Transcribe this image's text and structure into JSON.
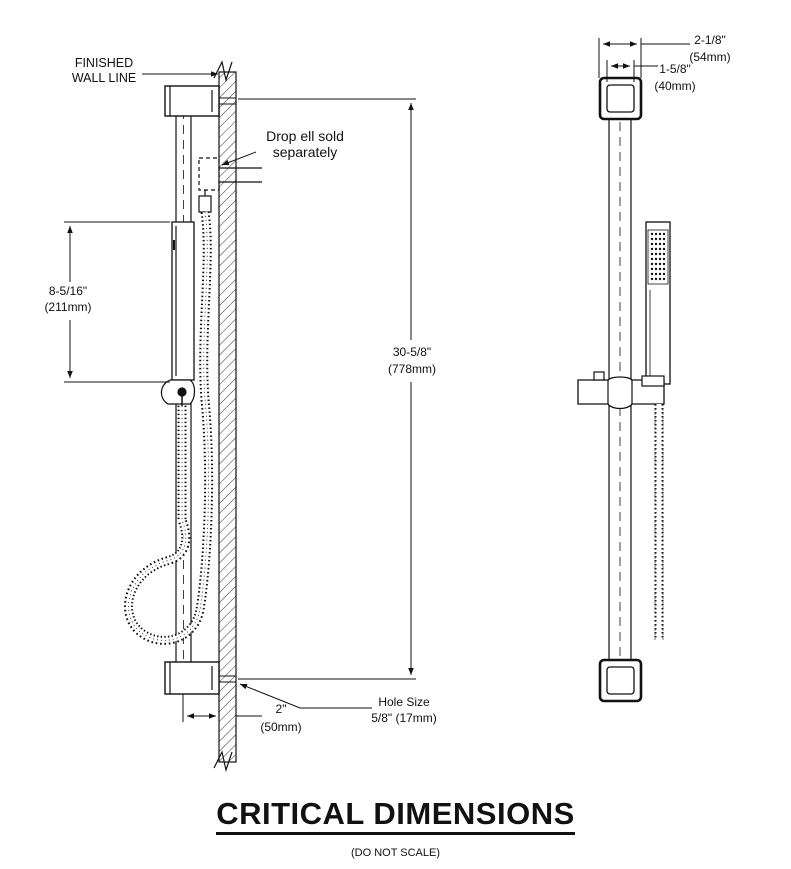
{
  "title": "CRITICAL DIMENSIONS",
  "subtitle": "(DO NOT SCALE)",
  "side_view": {
    "finished_wall_line": [
      "FINISHED",
      "WALL LINE"
    ],
    "drop_ell_note": [
      "Drop ell sold",
      "separately"
    ],
    "handshower_length": [
      "8-5/16\"",
      "(211mm)"
    ],
    "bar_length": [
      "30-5/8\"",
      "(778mm)"
    ],
    "projection": [
      "2\"",
      "(50mm)"
    ],
    "hole_size": [
      "Hole Size",
      "5/8\" (17mm)"
    ]
  },
  "front_view": {
    "overall_width": [
      "2-1/8\"",
      "(54mm)"
    ],
    "bracket_width": [
      "1-5/8\"",
      "(40mm)"
    ]
  }
}
